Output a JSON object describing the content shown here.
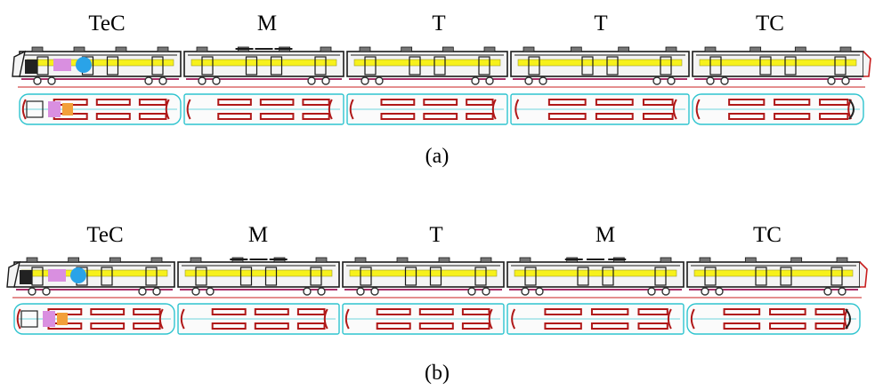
{
  "colors": {
    "body_outline": "#1a1a1a",
    "body_fill": "#f4f4f4",
    "window_band": "#f7f11b",
    "underframe": "#a8306a",
    "rail": "#c81e1e",
    "plan_outline": "#2ec4cf",
    "plan_seat": "#b01818",
    "cab_blue": "#2aa3e8",
    "cab_pink": "#d98fe0",
    "cab_orange": "#f2a03a",
    "wheel": "#333333"
  },
  "diagrams": [
    {
      "caption": "(a)",
      "cars": [
        {
          "label": "TeC",
          "kind": "head"
        },
        {
          "label": "M",
          "kind": "motor"
        },
        {
          "label": "T",
          "kind": "trailer"
        },
        {
          "label": "T",
          "kind": "trailer"
        },
        {
          "label": "TC",
          "kind": "tail"
        }
      ]
    },
    {
      "caption": "(b)",
      "cars": [
        {
          "label": "TeC",
          "kind": "head"
        },
        {
          "label": "M",
          "kind": "motor"
        },
        {
          "label": "T",
          "kind": "trailer"
        },
        {
          "label": "M",
          "kind": "motor"
        },
        {
          "label": "TC",
          "kind": "tail"
        }
      ]
    }
  ]
}
